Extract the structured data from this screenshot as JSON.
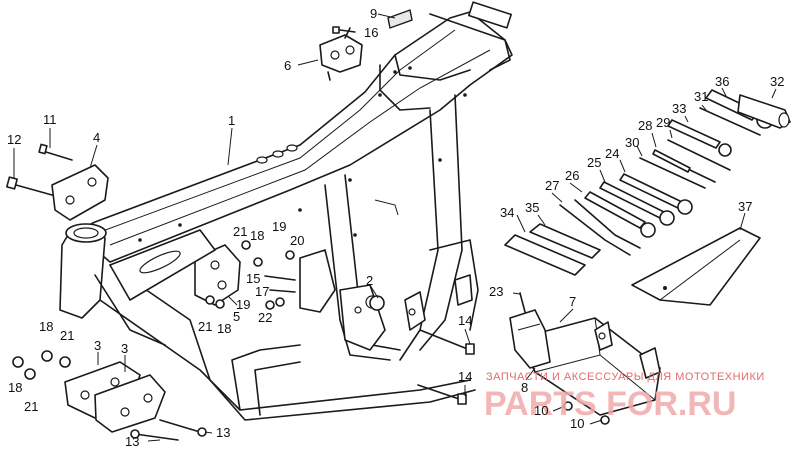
{
  "diagram": {
    "callouts": [
      {
        "key": "c1",
        "text": "1"
      },
      {
        "key": "c2",
        "text": "2"
      },
      {
        "key": "c3a",
        "text": "3"
      },
      {
        "key": "c3b",
        "text": "3"
      },
      {
        "key": "c4",
        "text": "4"
      },
      {
        "key": "c5",
        "text": "5"
      },
      {
        "key": "c6",
        "text": "6"
      },
      {
        "key": "c7",
        "text": "7"
      },
      {
        "key": "c8",
        "text": "8"
      },
      {
        "key": "c9",
        "text": "9"
      },
      {
        "key": "c10a",
        "text": "10"
      },
      {
        "key": "c10b",
        "text": "10"
      },
      {
        "key": "c11",
        "text": "11"
      },
      {
        "key": "c12",
        "text": "12"
      },
      {
        "key": "c13a",
        "text": "13"
      },
      {
        "key": "c13b",
        "text": "13"
      },
      {
        "key": "c14a",
        "text": "14"
      },
      {
        "key": "c14b",
        "text": "14"
      },
      {
        "key": "c15",
        "text": "15"
      },
      {
        "key": "c16",
        "text": "16"
      },
      {
        "key": "c17",
        "text": "17"
      },
      {
        "key": "c18a",
        "text": "18"
      },
      {
        "key": "c18b",
        "text": "18"
      },
      {
        "key": "c18c",
        "text": "18"
      },
      {
        "key": "c18d",
        "text": "18"
      },
      {
        "key": "c19a",
        "text": "19"
      },
      {
        "key": "c19b",
        "text": "19"
      },
      {
        "key": "c20",
        "text": "20"
      },
      {
        "key": "c21a",
        "text": "21"
      },
      {
        "key": "c21b",
        "text": "21"
      },
      {
        "key": "c21c",
        "text": "21"
      },
      {
        "key": "c21d",
        "text": "21"
      },
      {
        "key": "c22",
        "text": "22"
      },
      {
        "key": "c23",
        "text": "23"
      },
      {
        "key": "c24",
        "text": "24"
      },
      {
        "key": "c25",
        "text": "25"
      },
      {
        "key": "c26",
        "text": "26"
      },
      {
        "key": "c27",
        "text": "27"
      },
      {
        "key": "c28",
        "text": "28"
      },
      {
        "key": "c29",
        "text": "29"
      },
      {
        "key": "c30",
        "text": "30"
      },
      {
        "key": "c31",
        "text": "31"
      },
      {
        "key": "c32",
        "text": "32"
      },
      {
        "key": "c33",
        "text": "33"
      },
      {
        "key": "c34",
        "text": "34"
      },
      {
        "key": "c35",
        "text": "35"
      },
      {
        "key": "c36",
        "text": "36"
      },
      {
        "key": "c37",
        "text": "37"
      }
    ]
  },
  "watermark": {
    "tagline": "ЗАПЧАСТИ И АКСЕССУАРЫ ДЛЯ МОТОТЕХНИКИ",
    "logo": "PARTS FOR.RU",
    "color": "#e56b6b"
  },
  "colors": {
    "ink": "#1a1a1a",
    "background": "#ffffff"
  }
}
